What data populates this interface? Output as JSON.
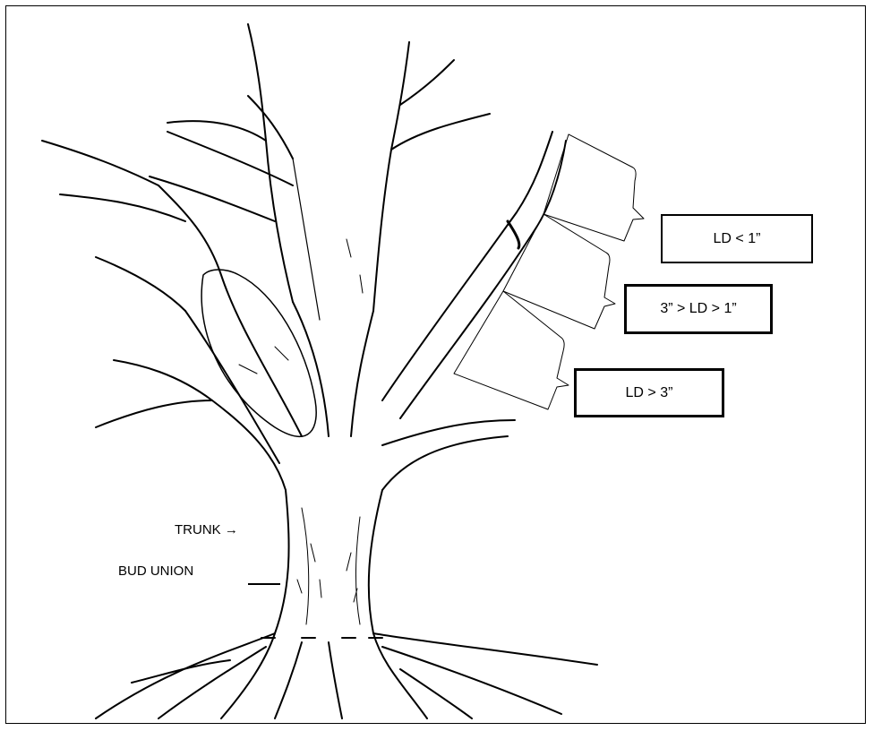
{
  "labels": {
    "ld_lt_1": "LD < 1”",
    "ld_mid": "3” > LD > 1”",
    "ld_gt_3": "LD > 3”",
    "trunk": "TRUNK",
    "bud_union": "BUD UNION"
  }
}
